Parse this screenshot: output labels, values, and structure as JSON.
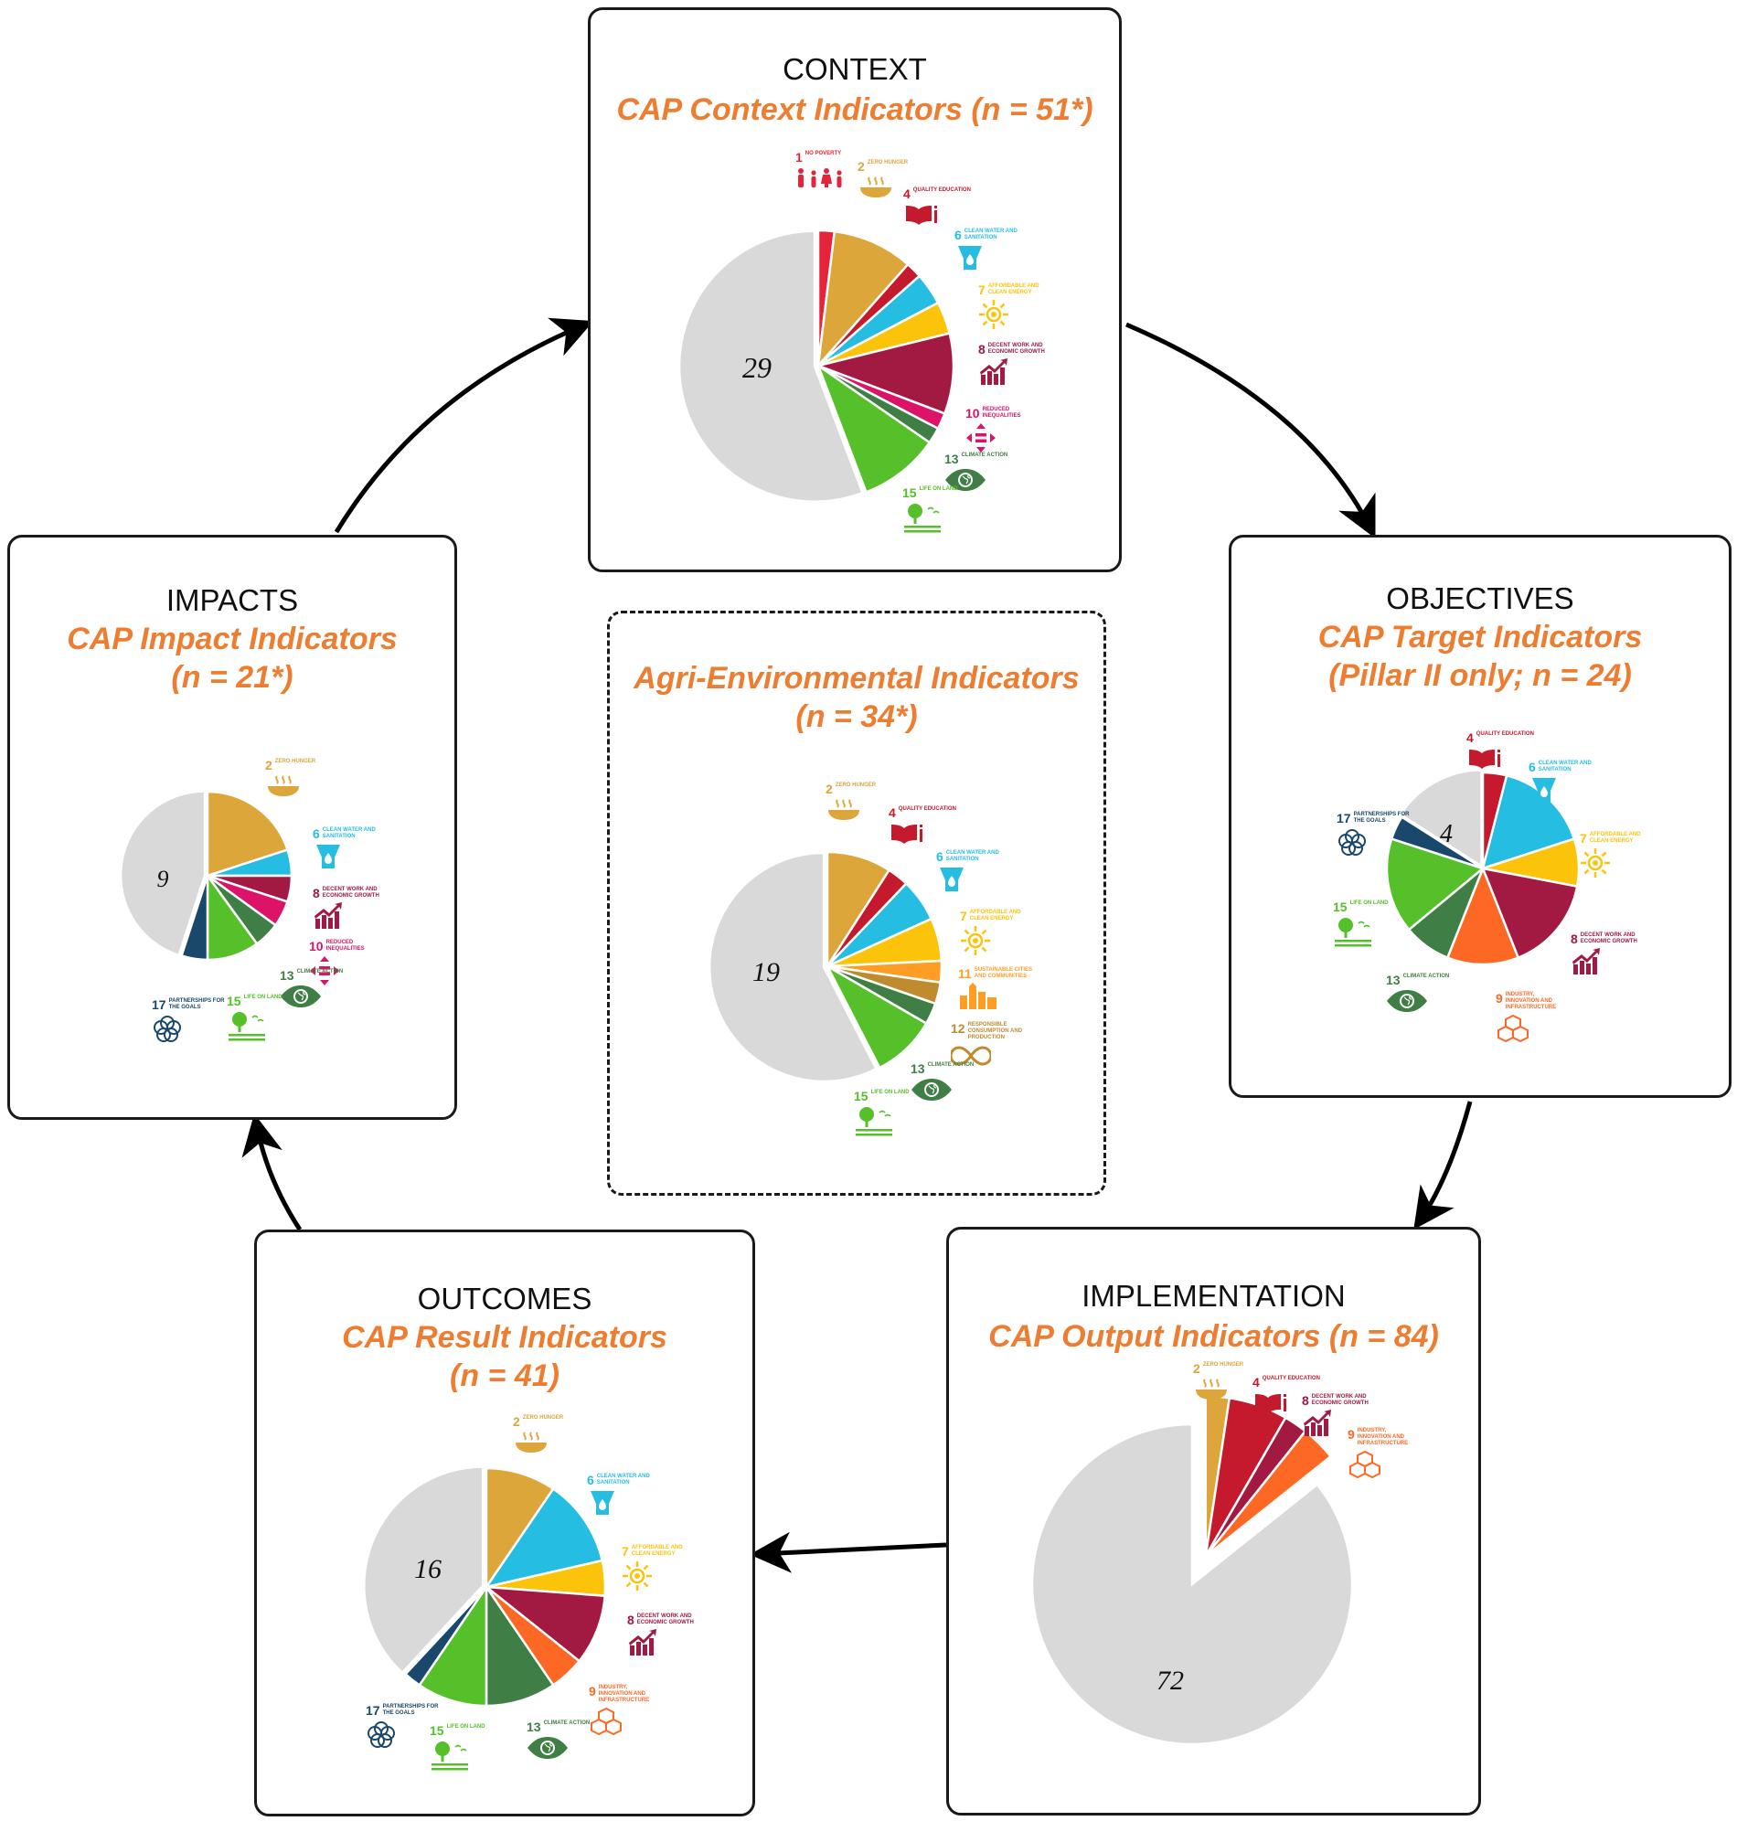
{
  "colors": {
    "accent": "#ED7D31",
    "other": "#D9D9D9"
  },
  "sdg": {
    "1": {
      "num": "1",
      "label": "NO POVERTY",
      "color": "#E5243B",
      "icon": "people-icon"
    },
    "2": {
      "num": "2",
      "label": "ZERO HUNGER",
      "color": "#DDA63A",
      "icon": "bowl-icon"
    },
    "4": {
      "num": "4",
      "label": "QUALITY EDUCATION",
      "color": "#C5192D",
      "icon": "book-icon"
    },
    "6": {
      "num": "6",
      "label": "CLEAN WATER AND SANITATION",
      "color": "#26BDE2",
      "icon": "water-drop-icon"
    },
    "7": {
      "num": "7",
      "label": "AFFORDABLE AND CLEAN ENERGY",
      "color": "#FCC30B",
      "icon": "sun-icon"
    },
    "8": {
      "num": "8",
      "label": "DECENT WORK AND ECONOMIC GROWTH",
      "color": "#A21942",
      "icon": "growth-chart-icon"
    },
    "9": {
      "num": "9",
      "label": "INDUSTRY, INNOVATION AND INFRASTRUCTURE",
      "color": "#FD6925",
      "icon": "cubes-icon"
    },
    "10": {
      "num": "10",
      "label": "REDUCED INEQUALITIES",
      "color": "#DD1367",
      "icon": "equality-icon"
    },
    "11": {
      "num": "11",
      "label": "SUSTAINABLE CITIES AND COMMUNITIES",
      "color": "#FD9D24",
      "icon": "buildings-icon"
    },
    "12": {
      "num": "12",
      "label": "RESPONSIBLE CONSUMPTION AND PRODUCTION",
      "color": "#BF8B2E",
      "icon": "infinity-icon"
    },
    "13": {
      "num": "13",
      "label": "CLIMATE ACTION",
      "color": "#3F7E44",
      "icon": "eye-globe-icon"
    },
    "15": {
      "num": "15",
      "label": "LIFE ON LAND",
      "color": "#56C02B",
      "icon": "tree-icon"
    },
    "17": {
      "num": "17",
      "label": "PARTNERSHIPS FOR THE GOALS",
      "color": "#19486A",
      "icon": "flower-icon"
    }
  },
  "boxes": [
    {
      "key": "context",
      "title": "CONTEXT",
      "subtitle_lines": [
        "CAP Context Indicators (n =  51*)"
      ],
      "other_count": "29",
      "slices": [
        {
          "goal": "1",
          "value": 1
        },
        {
          "goal": "2",
          "value": 5
        },
        {
          "goal": "4",
          "value": 1
        },
        {
          "goal": "6",
          "value": 2
        },
        {
          "goal": "7",
          "value": 2
        },
        {
          "goal": "8",
          "value": 5
        },
        {
          "goal": "10",
          "value": 1
        },
        {
          "goal": "13",
          "value": 1
        },
        {
          "goal": "15",
          "value": 5
        }
      ]
    },
    {
      "key": "objectives",
      "title": "OBJECTIVES",
      "subtitle_lines": [
        "CAP Target Indicators",
        "(Pillar II only; n = 24)"
      ],
      "other_count": "4",
      "slices": [
        {
          "goal": "4",
          "value": 1
        },
        {
          "goal": "6",
          "value": 4
        },
        {
          "goal": "7",
          "value": 2
        },
        {
          "goal": "8",
          "value": 4
        },
        {
          "goal": "9",
          "value": 3
        },
        {
          "goal": "13",
          "value": 2
        },
        {
          "goal": "15",
          "value": 4
        },
        {
          "goal": "17",
          "value": 1
        }
      ]
    },
    {
      "key": "implementation",
      "title": "IMPLEMENTATION",
      "subtitle_lines": [
        "CAP Output Indicators (n = 84)"
      ],
      "other_count": "72",
      "slices": [
        {
          "goal": "2",
          "value": 2
        },
        {
          "goal": "4",
          "value": 5
        },
        {
          "goal": "8",
          "value": 2
        },
        {
          "goal": "9",
          "value": 3
        }
      ]
    },
    {
      "key": "outcomes",
      "title": "OUTCOMES",
      "subtitle_lines": [
        "CAP Result Indicators",
        "(n = 41)"
      ],
      "other_count": "16",
      "slices": [
        {
          "goal": "2",
          "value": 4
        },
        {
          "goal": "6",
          "value": 5
        },
        {
          "goal": "7",
          "value": 2
        },
        {
          "goal": "8",
          "value": 4
        },
        {
          "goal": "9",
          "value": 2
        },
        {
          "goal": "13",
          "value": 4
        },
        {
          "goal": "15",
          "value": 4
        },
        {
          "goal": "17",
          "value": 1
        }
      ]
    },
    {
      "key": "impacts",
      "title": "IMPACTS",
      "subtitle_lines": [
        "CAP Impact Indicators",
        "(n = 21*)"
      ],
      "other_count": "9",
      "slices": [
        {
          "goal": "2",
          "value": 4
        },
        {
          "goal": "6",
          "value": 1
        },
        {
          "goal": "8",
          "value": 1
        },
        {
          "goal": "10",
          "value": 1
        },
        {
          "goal": "13",
          "value": 1
        },
        {
          "goal": "15",
          "value": 2
        },
        {
          "goal": "17",
          "value": 1
        }
      ]
    },
    {
      "key": "agri",
      "title": "",
      "subtitle_lines": [
        "Agri-Environmental Indicators",
        "(n = 34*)"
      ],
      "other_count": "19",
      "slices": [
        {
          "goal": "2",
          "value": 3
        },
        {
          "goal": "4",
          "value": 1
        },
        {
          "goal": "6",
          "value": 2
        },
        {
          "goal": "7",
          "value": 2
        },
        {
          "goal": "11",
          "value": 1
        },
        {
          "goal": "12",
          "value": 1
        },
        {
          "goal": "13",
          "value": 1
        },
        {
          "goal": "15",
          "value": 3
        }
      ]
    }
  ]
}
